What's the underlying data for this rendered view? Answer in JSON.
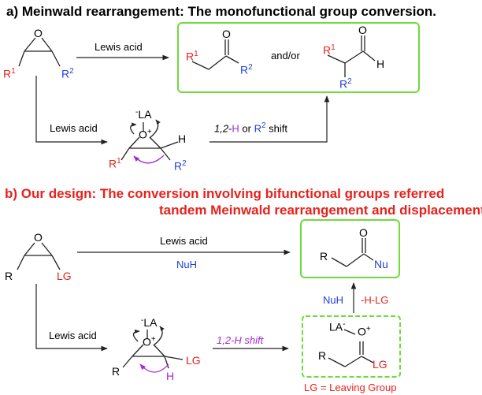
{
  "section_a": {
    "title": "a) Meinwald rearrangement: The monofunctional group conversion.",
    "lewis_acid_top": "Lewis acid",
    "lewis_acid_bottom": "Lewis acid",
    "and_or": "and/or",
    "shift_italic": "1,2",
    "shift_dash": "-",
    "shift_h": "H",
    "shift_or": " or ",
    "shift_r2": "R",
    "shift_r2_sup": "2",
    "shift_tail": " shift"
  },
  "section_b": {
    "title_line1": "b) Our design: The conversion involving bifunctional groups referred",
    "title_line2": "tandem Meinwald rearrangement and displacement.",
    "lewis_acid_top": "Lewis acid",
    "nuh_reagent": "NuH",
    "lewis_acid_bottom": "Lewis acid",
    "shift_label": "1,2-H shift",
    "nuh_vertical": "NuH",
    "minus_hlg": "-H-LG",
    "legend": "LG = Leaving Group"
  },
  "atoms": {
    "O": "O",
    "H": "H",
    "R": "R",
    "R1": "R",
    "R1_sup": "1",
    "R2": "R",
    "R2_sup": "2",
    "LG": "LG",
    "Nu": "Nu",
    "LA": "LA",
    "minus": "-",
    "plus": "+"
  },
  "colors": {
    "red": "#e8211c",
    "blue": "#1f3fd8",
    "purple": "#a42ad3",
    "green": "#6edb3a"
  }
}
